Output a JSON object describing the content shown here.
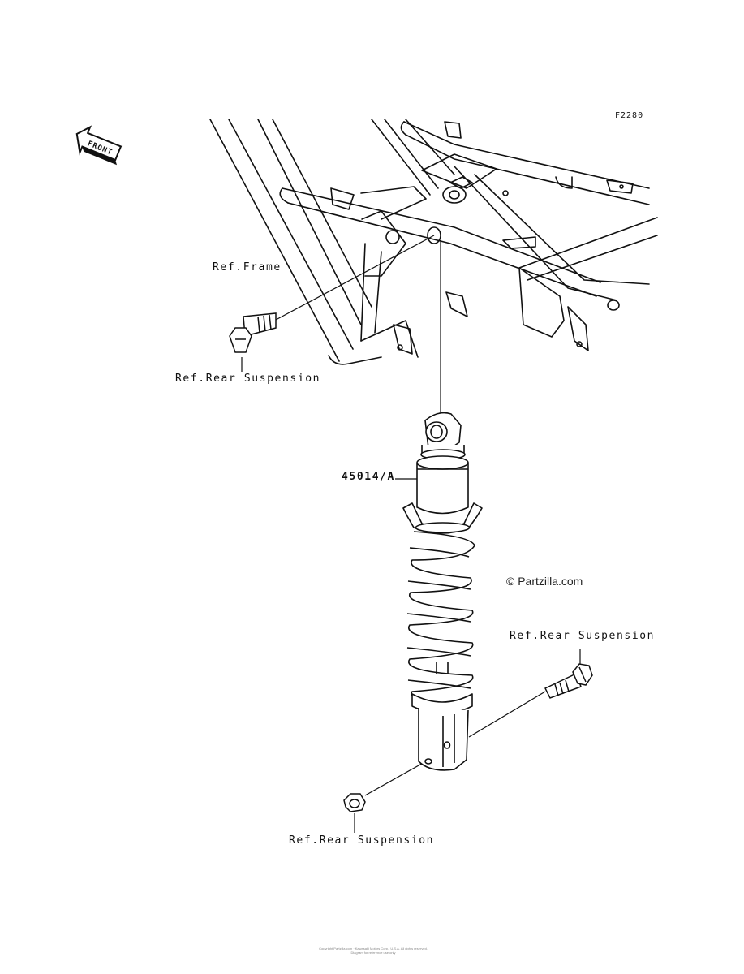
{
  "diagram_code": "F2280",
  "front_label": "FRONT",
  "labels": {
    "ref_frame": "Ref.Frame",
    "ref_rear_suspension_upper_bolt": "Ref.Rear Suspension",
    "part_number": "45014/A",
    "ref_rear_suspension_lower_bolt": "Ref.Rear Suspension",
    "ref_rear_suspension_nut": "Ref.Rear Suspension"
  },
  "watermark": "© Partzilla.com",
  "footer": [
    "Copyright Partzilla.com · Kawasaki Motors Corp., U.S.A. All rights reserved.",
    "Diagram for reference use only"
  ]
}
